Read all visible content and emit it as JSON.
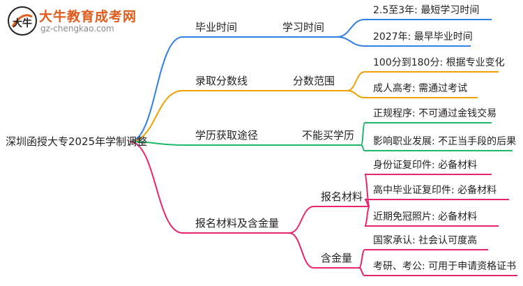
{
  "logo": {
    "mark_text": "大牛",
    "title": "大牛教育成考网",
    "url": "gz-chengkao.com"
  },
  "root": {
    "label": "深圳函授大专2025年学制调整"
  },
  "branches": [
    {
      "label": "毕业时间",
      "color": "#2f7fe6",
      "sub": [
        {
          "label": "学习时间",
          "leaves": [
            "2.5至3年: 最短学习时间",
            "2027年: 最早毕业时间"
          ]
        }
      ]
    },
    {
      "label": "录取分数线",
      "color": "#f0a000",
      "sub": [
        {
          "label": "分数范围",
          "leaves": [
            "100分到180分: 根据专业变化",
            "成人高考: 需通过考试"
          ]
        }
      ]
    },
    {
      "label": "学历获取途径",
      "color": "#1fb86a",
      "sub": [
        {
          "label": "不能买学历",
          "leaves": [
            "正规程序: 不可通过金钱交易",
            "影响职业发展: 不正当手段的后果"
          ]
        }
      ]
    },
    {
      "label": "报名材料及含金量",
      "color": "#e8246e",
      "sub": [
        {
          "label": "报名材料",
          "leaves": [
            "身份证复印件: 必备材料",
            "高中毕业证复印件: 必备材料",
            "近期免冠照片: 必备材料"
          ]
        },
        {
          "label": "含金量",
          "leaves": [
            "国家承认: 社会认可度高",
            "考研、考公: 可用于申请资格证书"
          ]
        }
      ]
    }
  ]
}
